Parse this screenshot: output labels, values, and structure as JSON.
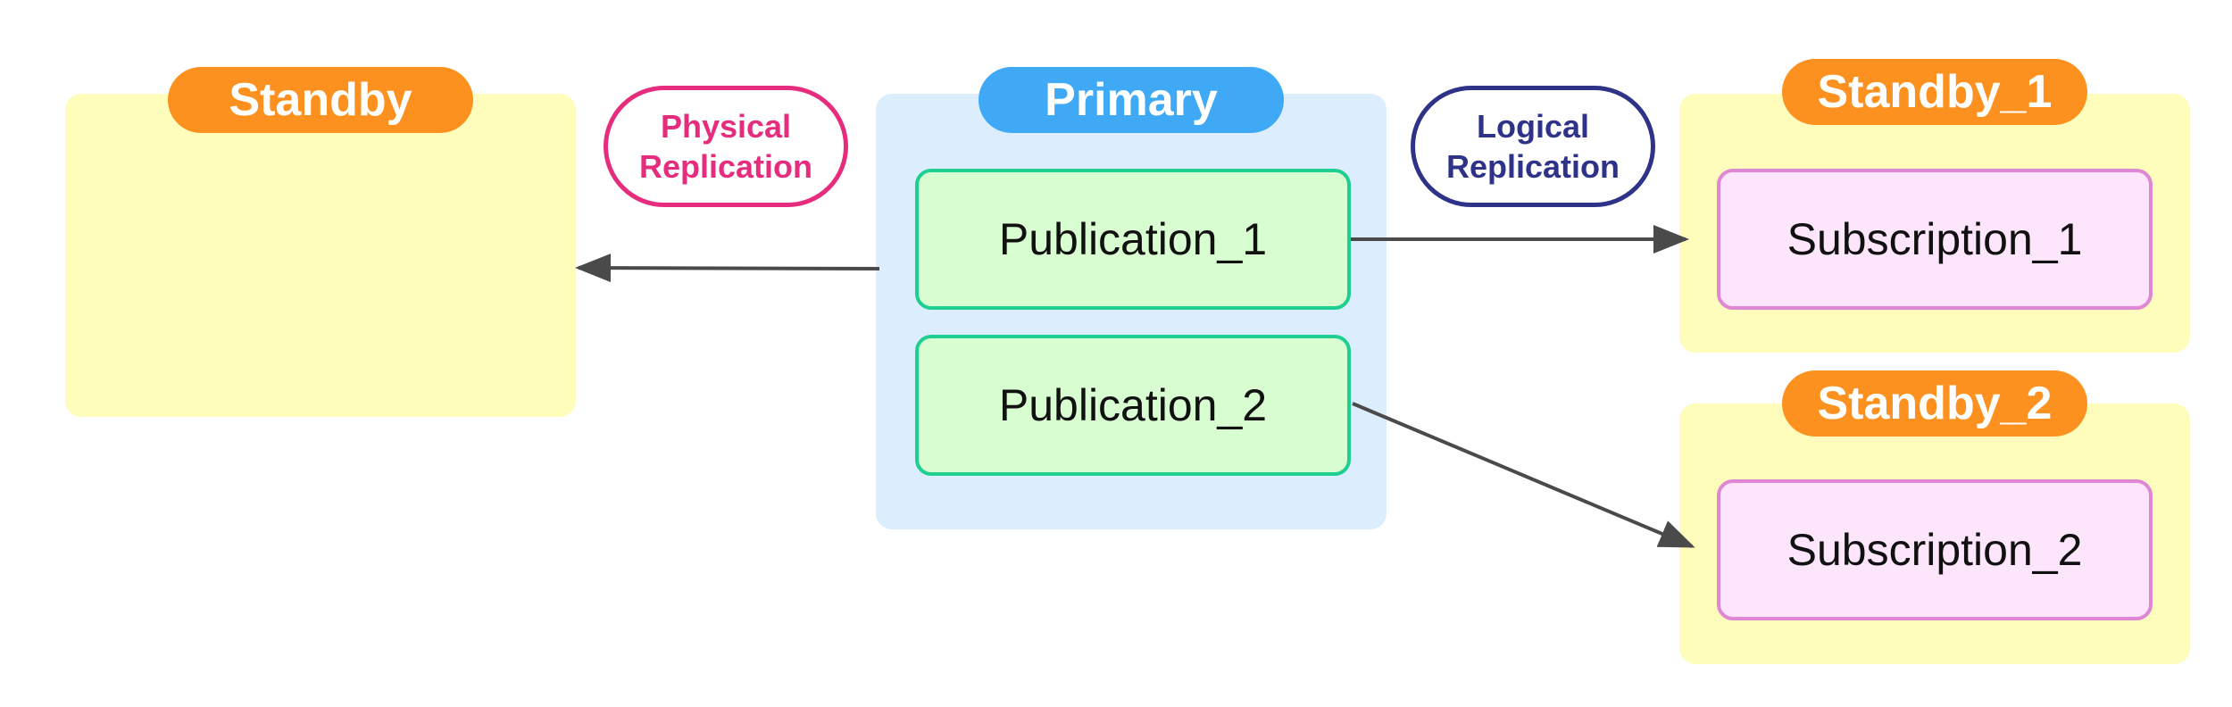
{
  "colors": {
    "standby_fill": "#fefdbb",
    "primary_fill": "#dcedfd",
    "orange_pill": "#fc911f",
    "blue_pill": "#3fa9f5",
    "publication_fill": "#d8fdd0",
    "publication_border": "#1fcf92",
    "subscription_fill": "#fde6fb",
    "subscription_border": "#df86d5",
    "physical_label": "#e62c7c",
    "logical_label": "#2e3389",
    "arrow": "#4a4a4a"
  },
  "nodes": {
    "standby": {
      "title": "Standby"
    },
    "primary": {
      "title": "Primary",
      "publications": [
        "Publication_1",
        "Publication_2"
      ]
    },
    "standby_1": {
      "title": "Standby_1",
      "subscription": "Subscription_1"
    },
    "standby_2": {
      "title": "Standby_2",
      "subscription": "Subscription_2"
    }
  },
  "edges": {
    "physical": {
      "line1": "Physical",
      "line2": "Replication"
    },
    "logical": {
      "line1": "Logical",
      "line2": "Replication"
    }
  }
}
